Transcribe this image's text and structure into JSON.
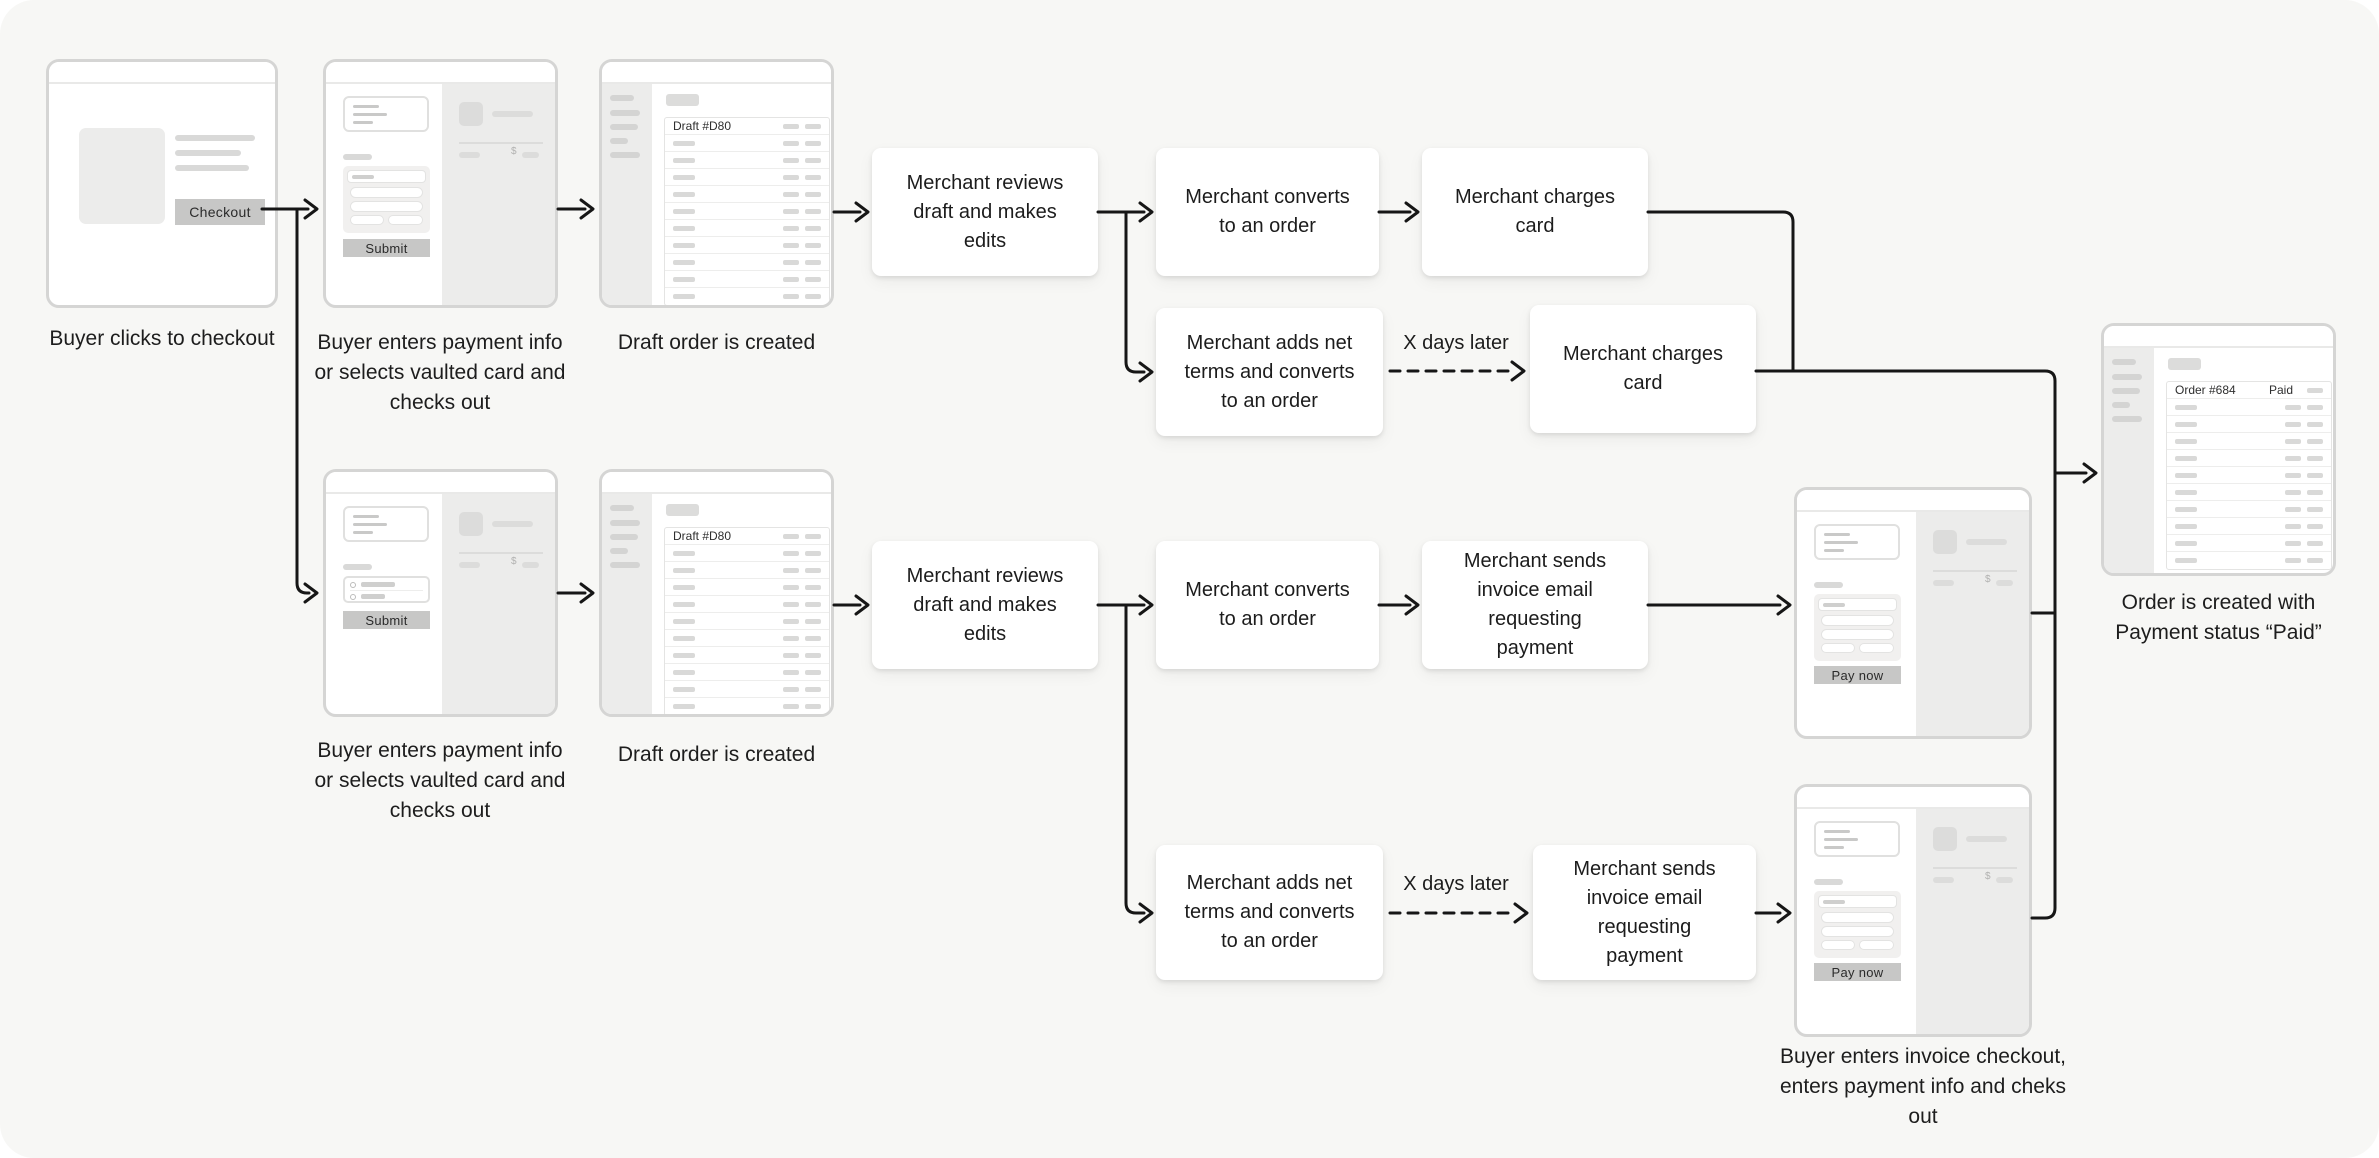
{
  "buttons": {
    "checkout": "Checkout",
    "submit": "Submit",
    "pay_now": "Pay now"
  },
  "mini": {
    "draft_label": "Draft #D80",
    "order_label": "Order #684",
    "paid_label": "Paid",
    "currency": "$"
  },
  "flow_boxes": {
    "reviews": "Merchant reviews draft and makes edits",
    "converts": "Merchant converts to an order",
    "charges": "Merchant charges card",
    "net_terms": "Merchant adds net terms and converts to an order",
    "sends_invoice": "Merchant sends invoice email requesting payment"
  },
  "connector_labels": {
    "x_days": "X days later"
  },
  "captions": {
    "product": "Buyer clicks to checkout",
    "payment_line1": "Buyer enters payment  info",
    "payment_line2": "or selects vaulted card and",
    "payment_line3": "checks out",
    "draft": "Draft order is created",
    "invoice_line1": "Buyer enters invoice checkout,",
    "invoice_line2": "enters payment info and cheks out",
    "order_line1": "Order is created with",
    "order_line2": "Payment status “Paid”"
  }
}
